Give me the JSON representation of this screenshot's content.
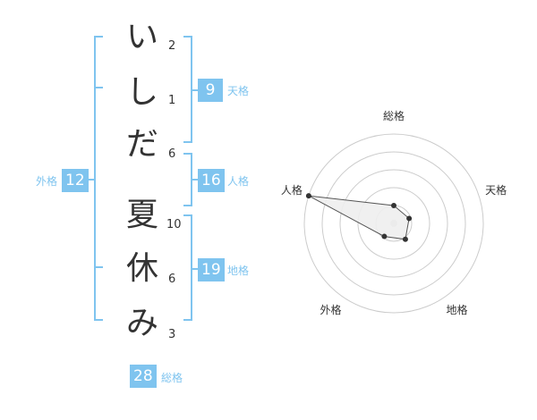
{
  "name": {
    "chars": [
      {
        "char": "い",
        "strokes": "2"
      },
      {
        "char": "し",
        "strokes": "1"
      },
      {
        "char": "だ",
        "strokes": "6"
      },
      {
        "char": "夏",
        "strokes": "10"
      },
      {
        "char": "休",
        "strokes": "6"
      },
      {
        "char": "み",
        "strokes": "3"
      }
    ]
  },
  "fortune": {
    "tenkaku": {
      "value": "9",
      "label": "天格"
    },
    "jinkaku": {
      "value": "16",
      "label": "人格"
    },
    "chikaku": {
      "value": "19",
      "label": "地格"
    },
    "gaikaku": {
      "value": "12",
      "label": "外格"
    },
    "soukaku": {
      "value": "28",
      "label": "総格"
    }
  },
  "radar": {
    "axes": [
      "総格",
      "天格",
      "地格",
      "外格",
      "人格"
    ],
    "values": [
      0.2,
      0.18,
      0.22,
      0.18,
      1.0
    ],
    "colors": {
      "ring": "#cccccc",
      "fill": "#eeeeee",
      "line": "#555555",
      "point": "#333333",
      "center": "#cccccc"
    }
  },
  "colors": {
    "accent": "#7fc4ef",
    "text": "#333333"
  }
}
